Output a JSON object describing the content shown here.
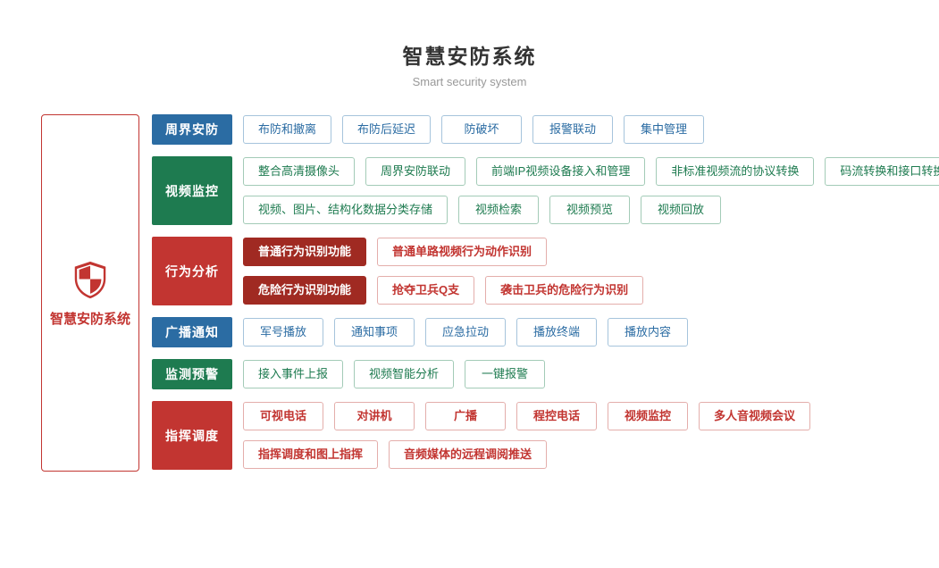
{
  "title": "智慧安防系统",
  "subtitle": "Smart security system",
  "root_label": "智慧安防系统",
  "palette": {
    "blue": {
      "bg": "#2B6CA3",
      "text": "#2B6CA3",
      "border": "#A6C4DC"
    },
    "green": {
      "bg": "#1E7B50",
      "text": "#1E7B50",
      "border": "#A3CBB7"
    },
    "red": {
      "bg": "#C23531",
      "text": "#C23531",
      "border": "#E4AEAB"
    },
    "dark_red": "#A02A22",
    "root_accent": "#C23531"
  },
  "groups": [
    {
      "label": "周界安防",
      "color": "blue",
      "rows": [
        [
          {
            "label": "布防和撤离"
          },
          {
            "label": "布防后延迟"
          },
          {
            "label": "防破坏"
          },
          {
            "label": "报警联动"
          },
          {
            "label": "集中管理"
          }
        ]
      ]
    },
    {
      "label": "视频监控",
      "color": "green",
      "rows": [
        [
          {
            "label": "整合高清摄像头"
          },
          {
            "label": "周界安防联动"
          },
          {
            "label": "前端IP视频设备接入和管理"
          },
          {
            "label": "非标准视频流的协议转换"
          },
          {
            "label": "码流转换和接口转换"
          }
        ],
        [
          {
            "label": "视频、图片、结构化数据分类存储"
          },
          {
            "label": "视频检索"
          },
          {
            "label": "视频预览"
          },
          {
            "label": "视频回放"
          }
        ]
      ]
    },
    {
      "label": "行为分析",
      "color": "red",
      "rows": [
        [
          {
            "label": "普通行为识别功能",
            "variant": "solid"
          },
          {
            "label": "普通单路视频行为动作识别"
          }
        ],
        [
          {
            "label": "危险行为识别功能",
            "variant": "solid"
          },
          {
            "label": "抢夺卫兵Q支"
          },
          {
            "label": "袭击卫兵的危险行为识别"
          }
        ]
      ]
    },
    {
      "label": "广播通知",
      "color": "blue",
      "rows": [
        [
          {
            "label": "军号播放"
          },
          {
            "label": "通知事项"
          },
          {
            "label": "应急拉动"
          },
          {
            "label": "播放终端"
          },
          {
            "label": "播放内容"
          }
        ]
      ]
    },
    {
      "label": "监测预警",
      "color": "green",
      "rows": [
        [
          {
            "label": "接入事件上报"
          },
          {
            "label": "视频智能分析"
          },
          {
            "label": "一键报警"
          }
        ]
      ]
    },
    {
      "label": "指挥调度",
      "color": "red",
      "rows": [
        [
          {
            "label": "可视电话"
          },
          {
            "label": "对讲机"
          },
          {
            "label": "广播"
          },
          {
            "label": "程控电话"
          },
          {
            "label": "视频监控"
          },
          {
            "label": "多人音视频会议"
          }
        ],
        [
          {
            "label": "指挥调度和图上指挥"
          },
          {
            "label": "音频媒体的远程调阅推送"
          }
        ]
      ]
    }
  ]
}
